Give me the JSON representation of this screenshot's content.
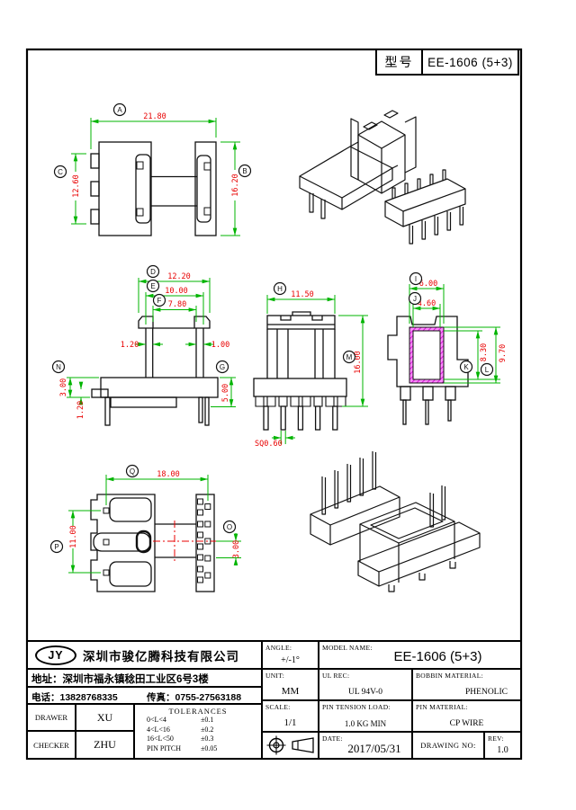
{
  "page": {
    "model_label": "型号",
    "model": "EE-1606 (5+3)"
  },
  "views": {
    "side": {
      "letter_a": "A",
      "dim_a": "21.80",
      "letter_b": "B",
      "dim_b": "16.20",
      "letter_c": "C",
      "dim_c": "12.60"
    },
    "section": {
      "letter_d": "D",
      "dim_d": "12.20",
      "letter_e": "E",
      "dim_e": "10.00",
      "letter_f": "F",
      "dim_f": "7.80",
      "wall_left": "1.20",
      "wall_right": "1.00",
      "letter_n": "N",
      "dim_n": "3.00",
      "tab_height": "1.20",
      "letter_g": "G",
      "dim_g": "5.00"
    },
    "front": {
      "letter_h": "H",
      "dim_h": "11.50",
      "letter_m": "M",
      "dim_m": "16.00",
      "pin_size": "SQ0.60"
    },
    "window": {
      "letter_i": "I",
      "dim_i": "6.00",
      "letter_j": "J",
      "dim_j": "4.60",
      "letter_k": "K",
      "dim_k": "8.30",
      "letter_l": "L",
      "dim_l": "9.70"
    },
    "bottom": {
      "letter_q": "Q",
      "dim_q": "18.00",
      "letter_p": "P",
      "dim_p": "11.00",
      "letter_o": "O",
      "dim_o": "3.00"
    }
  },
  "company": {
    "logo": "JY",
    "name": "深圳市骏亿腾科技有限公司",
    "address": "地址：深圳市福永镇稔田工业区6号3楼",
    "phone": "电话：13828768335",
    "fax": "传真：0755-27563188"
  },
  "people": {
    "drawer_label": "DRAWER",
    "drawer": "XU",
    "checker_label": "CHECKER",
    "checker": "ZHU"
  },
  "tolerances": {
    "title": "TOLERANCES",
    "rows": [
      {
        "range": "0<L<4",
        "tol": "±0.1"
      },
      {
        "range": "4<L<16",
        "tol": "±0.2"
      },
      {
        "range": "16<L<50",
        "tol": "±0.3"
      },
      {
        "range": "PIN PITCH",
        "tol": "±0.05"
      }
    ]
  },
  "specs": {
    "angle_label": "ANGLE:",
    "angle": "+/-1°",
    "model_name_label": "MODEL NAME:",
    "model_name": "EE-1606 (5+3)",
    "unit_label": "UNIT:",
    "unit": "MM",
    "ul_label": "UL REC:",
    "ul": "UL 94V-0",
    "bobbin_material_label": "BOBBIN MATERIAL:",
    "bobbin_material": "PHENOLIC",
    "scale_label": "SCALE:",
    "scale": "1/1",
    "pin_tension_label": "PIN TENSION LOAD:",
    "pin_tension": "1.0 KG MIN",
    "pin_material_label": "PIN MATERIAL:",
    "pin_material": "CP WIRE",
    "date_label": "DATE:",
    "date": "2017/05/31",
    "drawing_no_label": "DRAWING NO:",
    "rev_label": "REV:",
    "rev": "1.0"
  },
  "colors": {
    "outline": "#111111",
    "dimension_line": "#00b400",
    "dimension_text": "#e80000",
    "hatch": "#ff2dff",
    "centerline": "#e80000"
  }
}
